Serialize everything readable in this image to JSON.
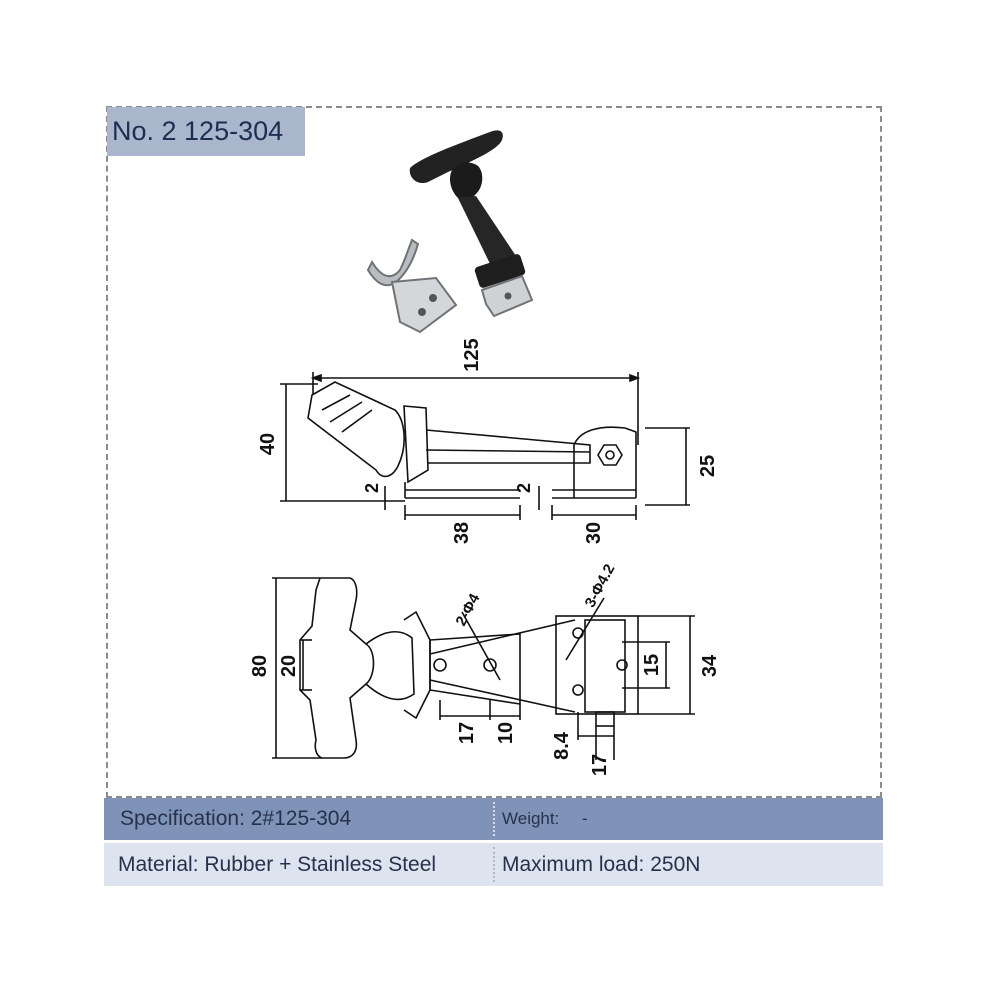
{
  "header": {
    "title": "No. 2 125-304"
  },
  "dimensions": {
    "side_overall_length": "125",
    "side_height": "40",
    "side_bracket_height": "25",
    "side_plate_thickness_left": "2",
    "side_plate_thickness_right": "2",
    "side_keeper_length": "38",
    "side_base_length": "30",
    "top_handle_width": "80",
    "top_handle_grip": "20",
    "top_holes_small": "2-Φ4",
    "top_holes_large": "3-Φ4.2",
    "top_hole_spacing": "15",
    "top_base_width": "34",
    "top_keeper_offset": "17",
    "top_keeper_hole": "10",
    "top_base_offset": "8.4",
    "top_base_depth": "17"
  },
  "specs": {
    "specification": "Specification: 2#125-304",
    "weight_label": "Weight:",
    "weight_value": "-",
    "material": "Material: Rubber + Stainless Steel",
    "max_load": "Maximum load: 250N"
  },
  "colors": {
    "title_bg": "#aab6cb",
    "spec_row_bg": "#7f93b8",
    "material_row_bg": "#dde3ef",
    "text": "#26324c"
  }
}
